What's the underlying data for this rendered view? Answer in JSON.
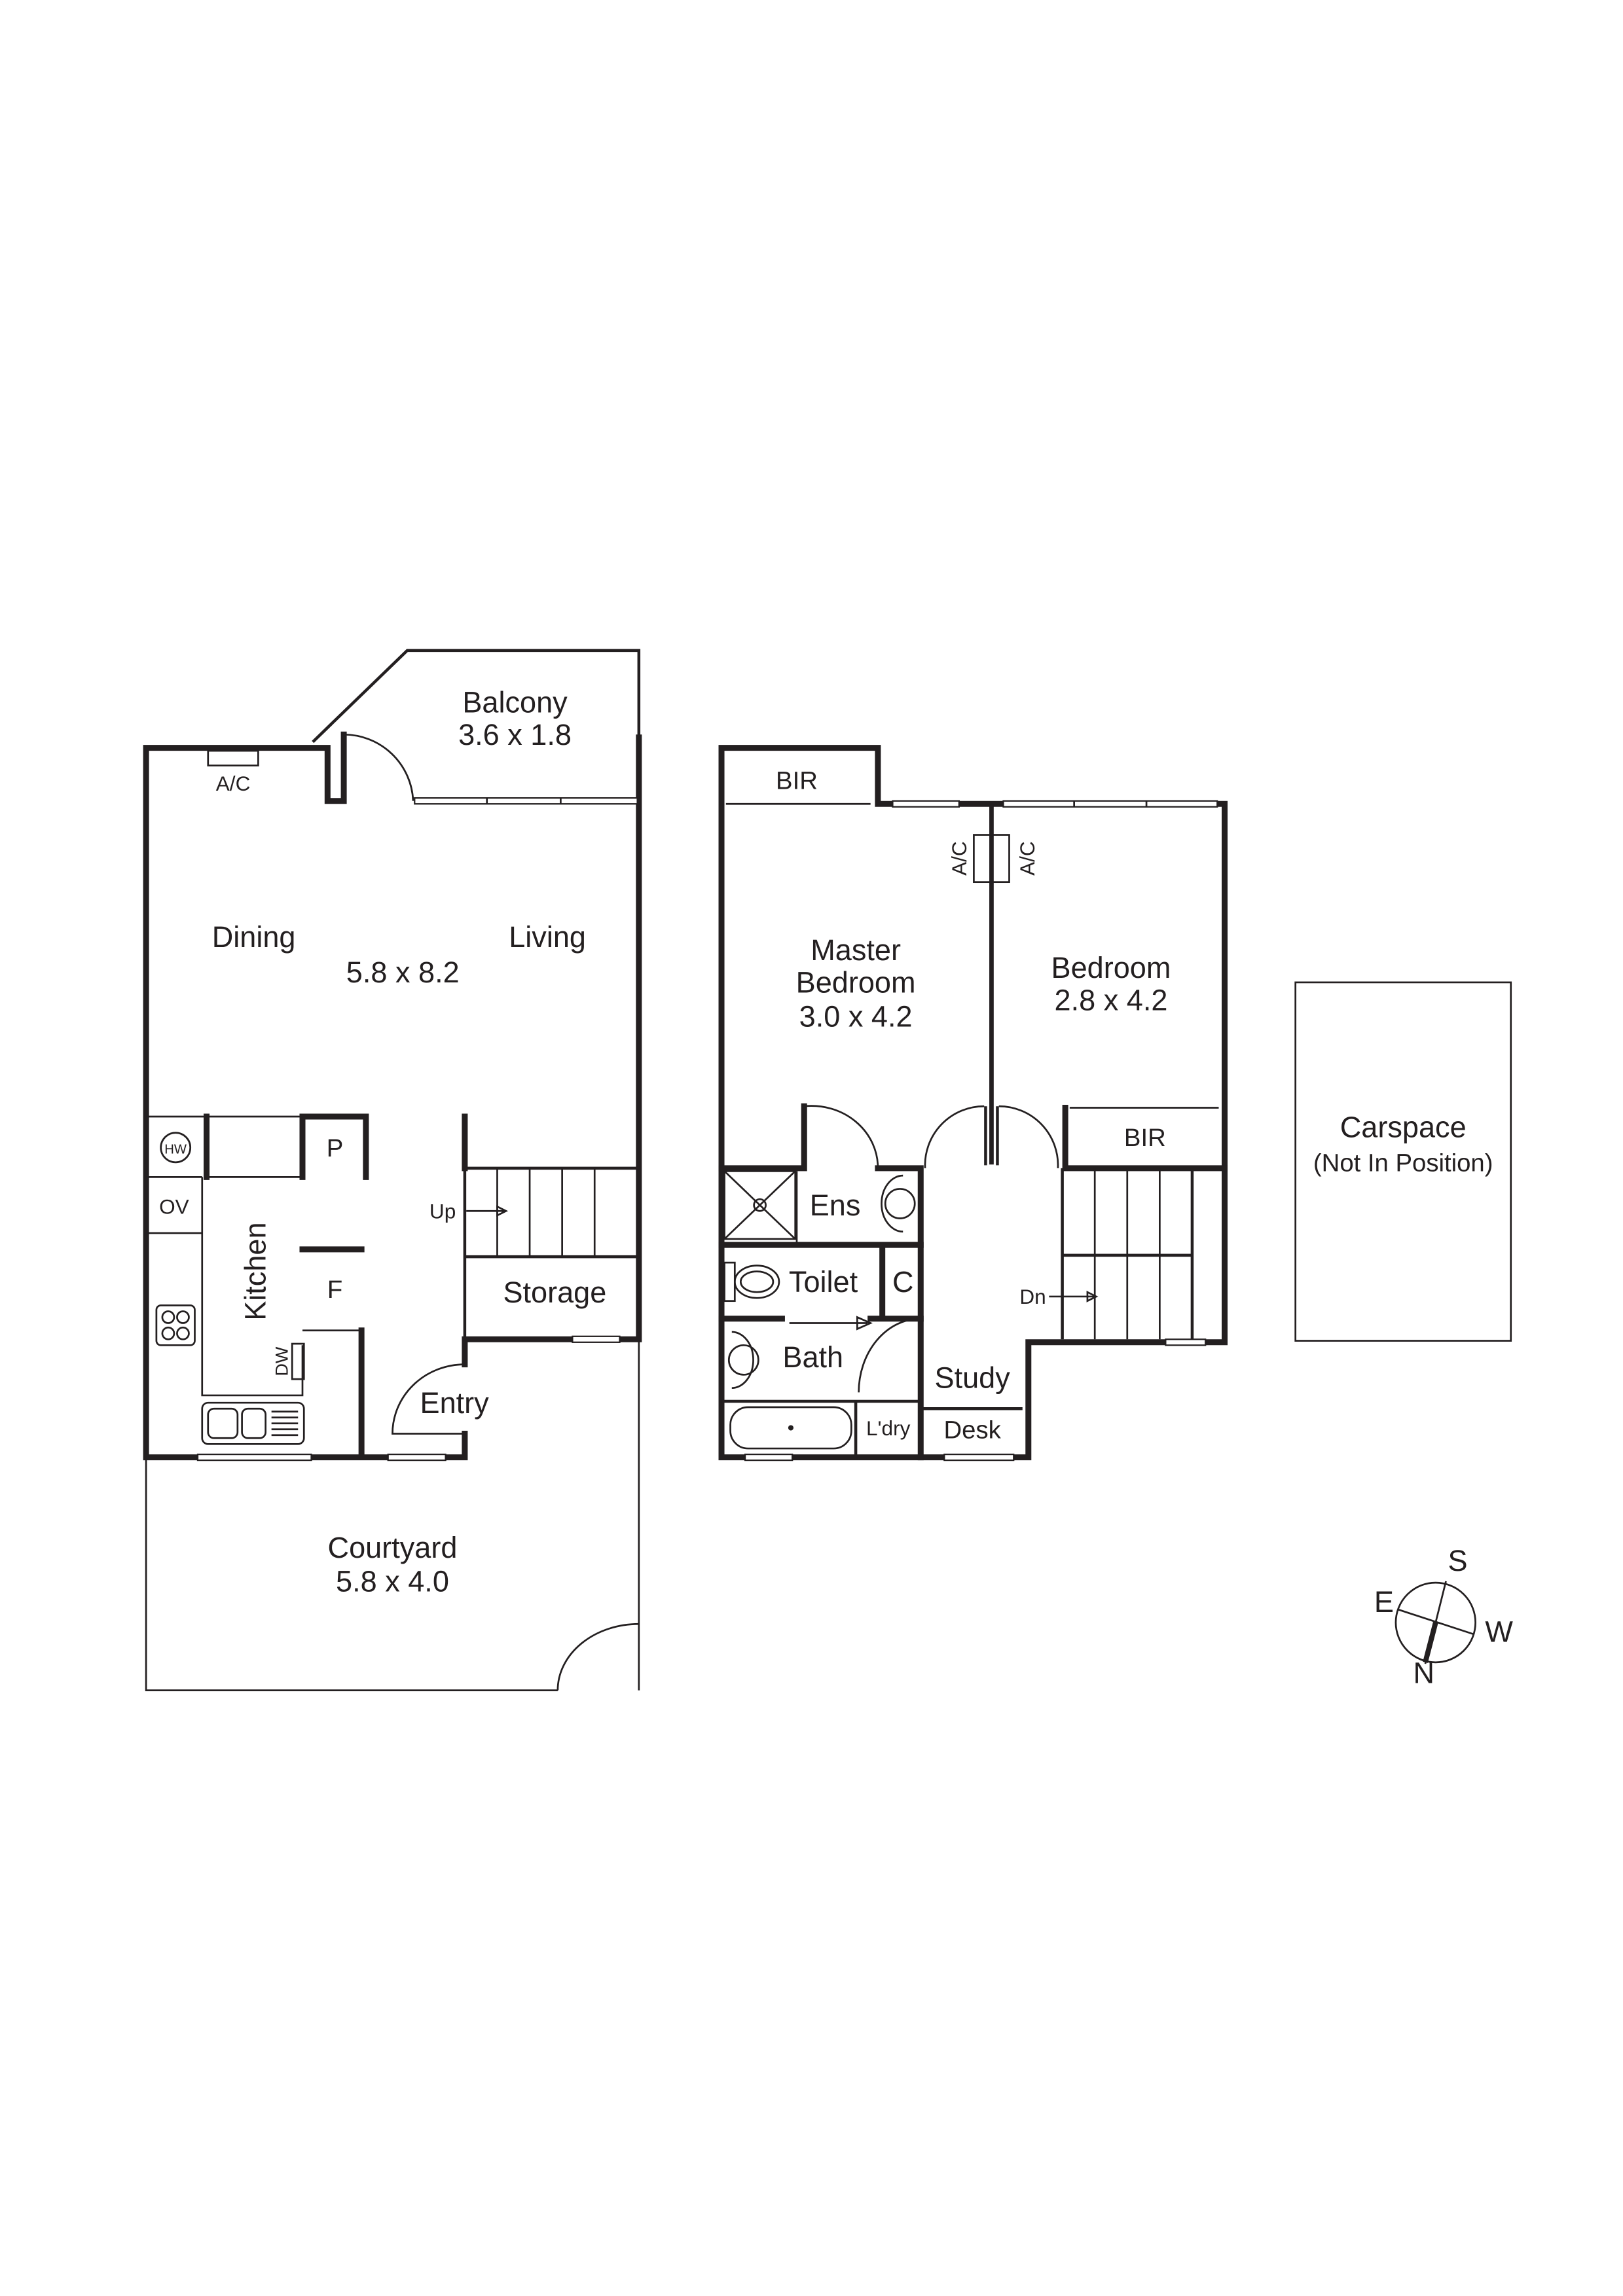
{
  "ground_floor": {
    "balcony": {
      "name": "Balcony",
      "size": "3.6 x 1.8"
    },
    "ac": "A/C",
    "dining": "Dining",
    "living": "Living",
    "living_size": "5.8 x 8.2",
    "hw": "HW",
    "pantry": "P",
    "oven": "OV",
    "kitchen": "Kitchen",
    "fridge": "F",
    "dishwasher": "DW",
    "stairs_up": "Up",
    "storage": "Storage",
    "entry": "Entry",
    "courtyard": {
      "name": "Courtyard",
      "size": "5.8 x 4.0"
    }
  },
  "upper_floor": {
    "bir_master": "BIR",
    "ac_left": "A/C",
    "ac_right": "A/C",
    "master": {
      "line1": "Master",
      "line2": "Bedroom",
      "size": "3.0 x 4.2"
    },
    "bedroom": {
      "name": "Bedroom",
      "size": "2.8 x 4.2"
    },
    "bir_bedroom": "BIR",
    "ensuite": "Ens",
    "toilet": "Toilet",
    "cupboard": "C",
    "bath": "Bath",
    "study": "Study",
    "laundry": "L'dry",
    "desk": "Desk",
    "stairs_down": "Dn"
  },
  "carspace": {
    "name": "Carspace",
    "note": "(Not In Position)"
  },
  "compass": {
    "s": "S",
    "e": "E",
    "w": "W",
    "n": "N"
  }
}
